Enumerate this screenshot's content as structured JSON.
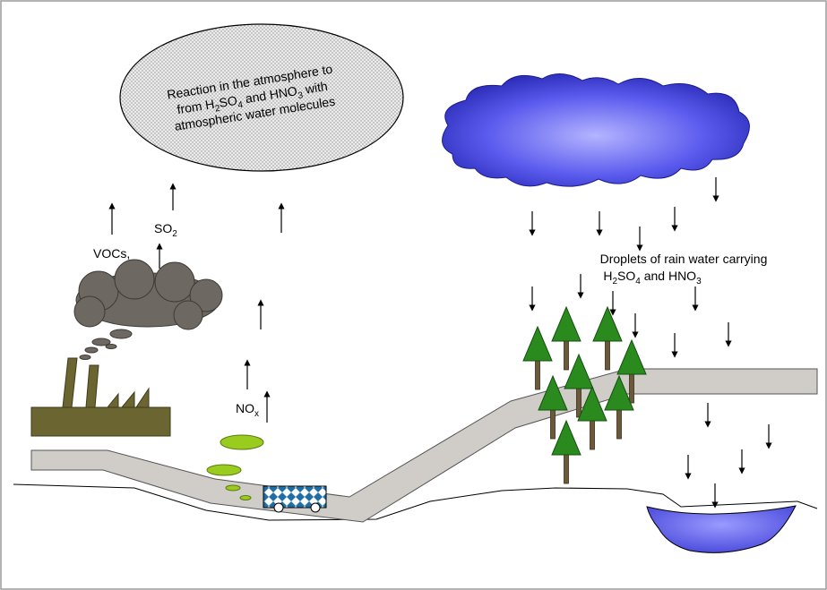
{
  "labels": {
    "ellipse_line1": "Reaction in the atmosphere to",
    "ellipse_line2_a": "from H",
    "ellipse_line2_b": "2",
    "ellipse_line2_c": "SO",
    "ellipse_line2_d": "4",
    "ellipse_line2_e": " and HNO",
    "ellipse_line2_f": "3",
    "ellipse_line2_g": " with",
    "ellipse_line3": "atmospheric water molecules",
    "vocs": "VOCs,",
    "so2_main": "SO",
    "so2_sub": "2",
    "nox_main": "NO",
    "nox_sub": "x",
    "rain_line1": "Droplets of rain water carrying",
    "rain_line2_a": "H",
    "rain_line2_b": "2",
    "rain_line2_c": "SO",
    "rain_line2_d": "4",
    "rain_line2_e": " and HNO",
    "rain_line2_f": "3"
  },
  "colors": {
    "background": "#ffffff",
    "road": "#d0cdc8",
    "factory": "#6b6631",
    "smoke": "#6e6862",
    "cloud_dark": "#2a2ab5",
    "cloud_light": "#a6a6ff",
    "pollution_green": "#9acb1f",
    "tree_green": "#2a8a1e",
    "tree_trunk": "#6b5a3a",
    "lake": "#6a6af0",
    "car_check": "#1f6fa6"
  },
  "icons": {
    "factory": "factory-icon",
    "smoke": "smoke-cloud-icon",
    "rain_cloud": "rain-cloud-icon",
    "car": "car-icon",
    "tree": "tree-icon",
    "lake": "lake-icon",
    "arrow": "arrow-icon"
  }
}
